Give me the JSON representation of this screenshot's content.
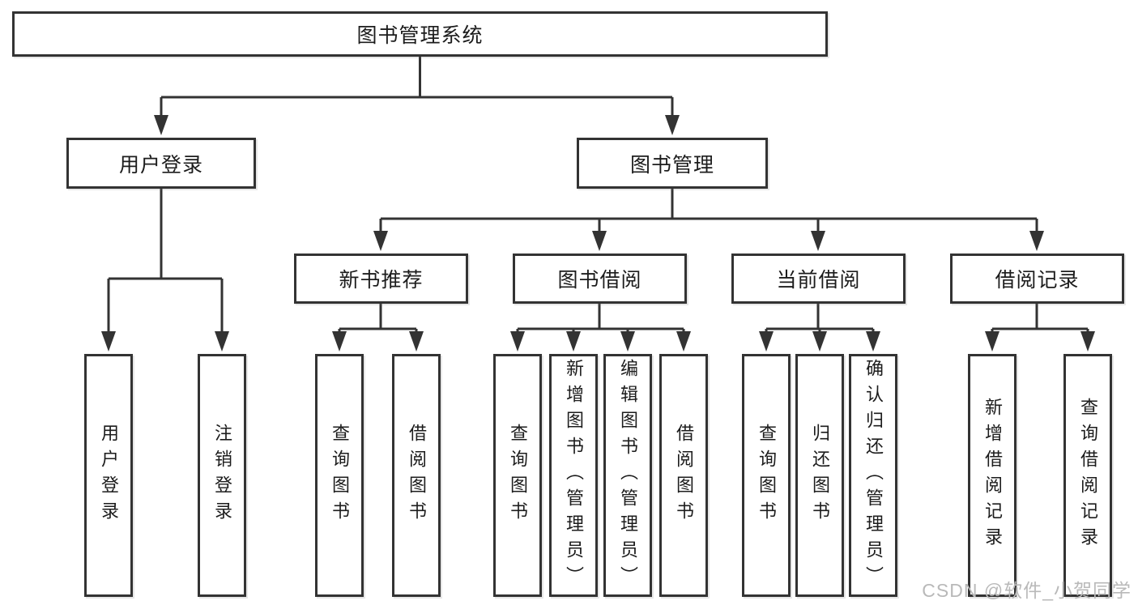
{
  "colors": {
    "line": "#333333",
    "text": "#1c1c1c",
    "box_background": "#ffffff",
    "page_background": "#ffffff",
    "watermark": "#b9b9b9"
  },
  "watermark": "CSDN @软件_小贺同学",
  "tree": {
    "label": "图书管理系统",
    "children": [
      {
        "label": "用户登录",
        "children": [
          {
            "label": "用户登录"
          },
          {
            "label": "注销登录"
          }
        ]
      },
      {
        "label": "图书管理",
        "children": [
          {
            "label": "新书推荐",
            "children": [
              {
                "label": "查询图书"
              },
              {
                "label": "借阅图书"
              }
            ]
          },
          {
            "label": "图书借阅",
            "children": [
              {
                "label": "查询图书"
              },
              {
                "label": "新增图书（管理员）"
              },
              {
                "label": "编辑图书（管理员）"
              },
              {
                "label": "借阅图书"
              }
            ]
          },
          {
            "label": "当前借阅",
            "children": [
              {
                "label": "查询图书"
              },
              {
                "label": "归还图书"
              },
              {
                "label": "确认归还（管理员）"
              }
            ]
          },
          {
            "label": "借阅记录",
            "children": [
              {
                "label": "新增借阅记录"
              },
              {
                "label": "查询借阅记录"
              }
            ]
          }
        ]
      }
    ]
  }
}
